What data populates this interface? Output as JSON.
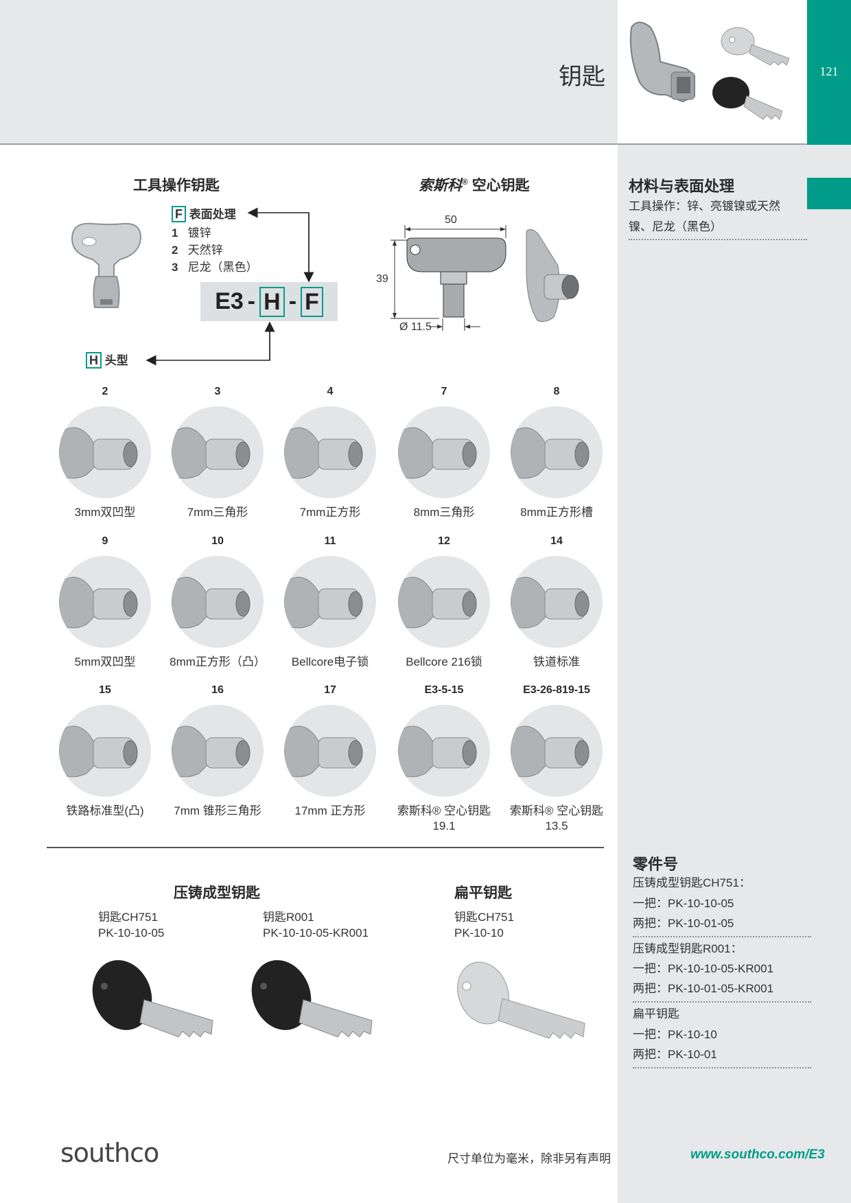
{
  "header": {
    "title": "钥匙",
    "page_number": "121"
  },
  "tool_key": {
    "title": "工具操作钥匙",
    "finish_label": "表面处理",
    "finish_letter": "F",
    "finish_options": [
      {
        "num": "1",
        "label": "镀锌"
      },
      {
        "num": "2",
        "label": "天然锌"
      },
      {
        "num": "3",
        "label": "尼龙（黑色）"
      }
    ],
    "code_prefix": "E3",
    "code_sep": "-",
    "code_h": "H",
    "code_f": "F",
    "head_letter": "H",
    "head_label": "头型"
  },
  "hollow_key": {
    "title_italic": "索斯科",
    "title_reg": "®",
    "title_rest": "空心钥匙",
    "dim_width": "50",
    "dim_height": "39",
    "dim_dia": "Ø 11.5"
  },
  "grid": [
    {
      "num": "2",
      "label": "3mm双凹型"
    },
    {
      "num": "3",
      "label": "7mm三角形"
    },
    {
      "num": "4",
      "label": "7mm正方形"
    },
    {
      "num": "7",
      "label": "8mm三角形"
    },
    {
      "num": "8",
      "label": "8mm正方形槽"
    },
    {
      "num": "9",
      "label": "5mm双凹型"
    },
    {
      "num": "10",
      "label": "8mm正方形（凸）"
    },
    {
      "num": "11",
      "label": "Bellcore电子锁"
    },
    {
      "num": "12",
      "label": "Bellcore 216锁"
    },
    {
      "num": "14",
      "label": "铁道标准"
    },
    {
      "num": "15",
      "label": "铁路标准型(凸)"
    },
    {
      "num": "16",
      "label": "7mm 锥形三角形"
    },
    {
      "num": "17",
      "label": "17mm 正方形"
    },
    {
      "num": "E3-5-15",
      "label": "索斯科® 空心钥匙",
      "sub": "19.1"
    },
    {
      "num": "E3-26-819-15",
      "label": "索斯科® 空心钥匙",
      "sub": "13.5"
    }
  ],
  "die_cast": {
    "title": "压铸成型钥匙",
    "key1_name": "钥匙CH751",
    "key1_part": "PK-10-10-05",
    "key2_name": "钥匙R001",
    "key2_part": "PK-10-10-05-KR001"
  },
  "flat_key": {
    "title": "扁平钥匙",
    "name": "钥匙CH751",
    "part": "PK-10-10"
  },
  "sidebar": {
    "materials_title": "材料与表面处理",
    "materials_line1": "工具操作：锌、亮镀镍或天然",
    "materials_line2": "镍、尼龙（黑色）",
    "parts_title": "零件号",
    "g1_title": "压铸成型钥匙CH751：",
    "g1_one": "一把：PK-10-10-05",
    "g1_two": "两把：PK-10-01-05",
    "g2_title": "压铸成型钥匙R001：",
    "g2_one": "一把：PK-10-10-05-KR001",
    "g2_two": "两把：PK-10-01-05-KR001",
    "g3_title": "扁平钥匙",
    "g3_one": "一把：PK-10-10",
    "g3_two": "两把：PK-10-01"
  },
  "footer": {
    "logo": "southco",
    "note": "尺寸单位为毫米，除非另有声明",
    "url": "www.southco.com/E3"
  },
  "colors": {
    "accent": "#009c8a",
    "panel": "#e6e8ea"
  }
}
